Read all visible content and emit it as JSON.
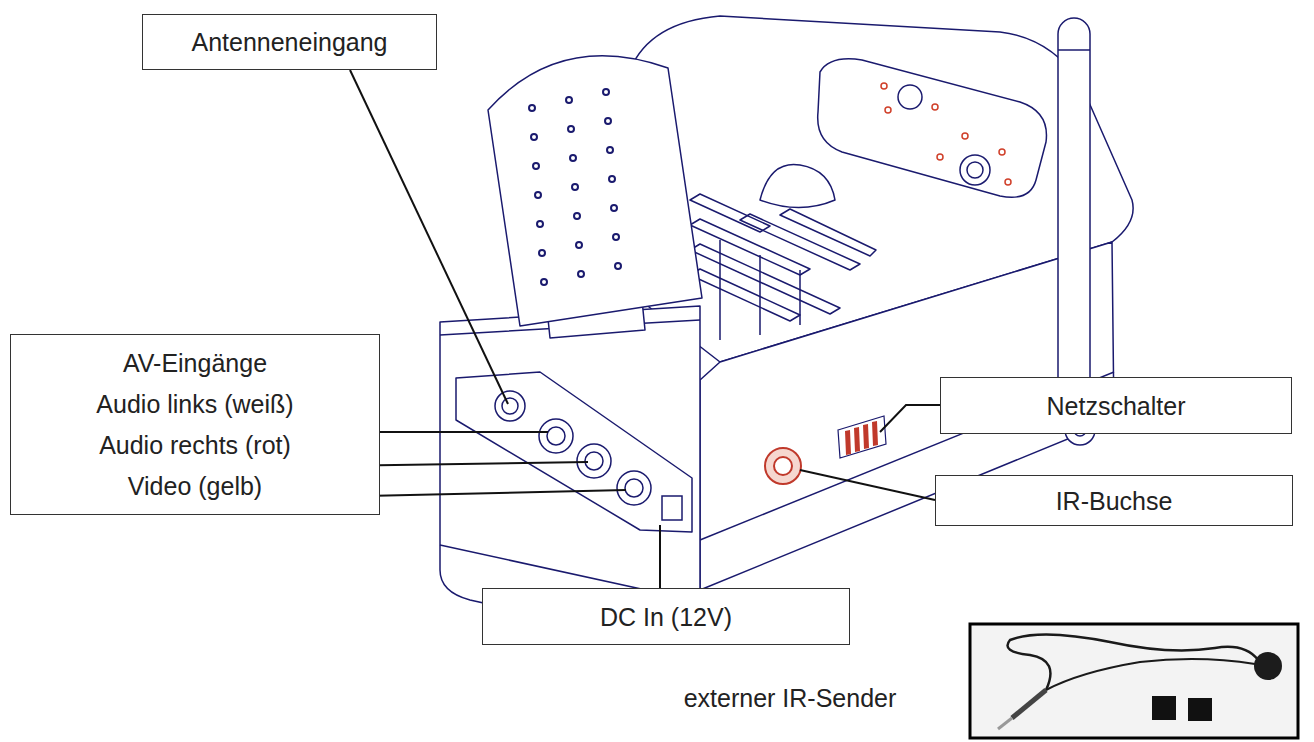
{
  "diagram": {
    "nodes": [
      {
        "text": [
          "Antenneneingang"
        ]
      },
      {
        "text": [
          "AV-Eingänge",
          "Audio links (weiß)",
          "Audio rechts (rot)",
          "Video (gelb)"
        ]
      },
      {
        "text": [
          "Netzschalter"
        ]
      },
      {
        "text": [
          "IR-Buchse"
        ]
      },
      {
        "text": [
          "DC In (12V)"
        ]
      }
    ],
    "labels": [
      "externer IR-Sender"
    ]
  }
}
